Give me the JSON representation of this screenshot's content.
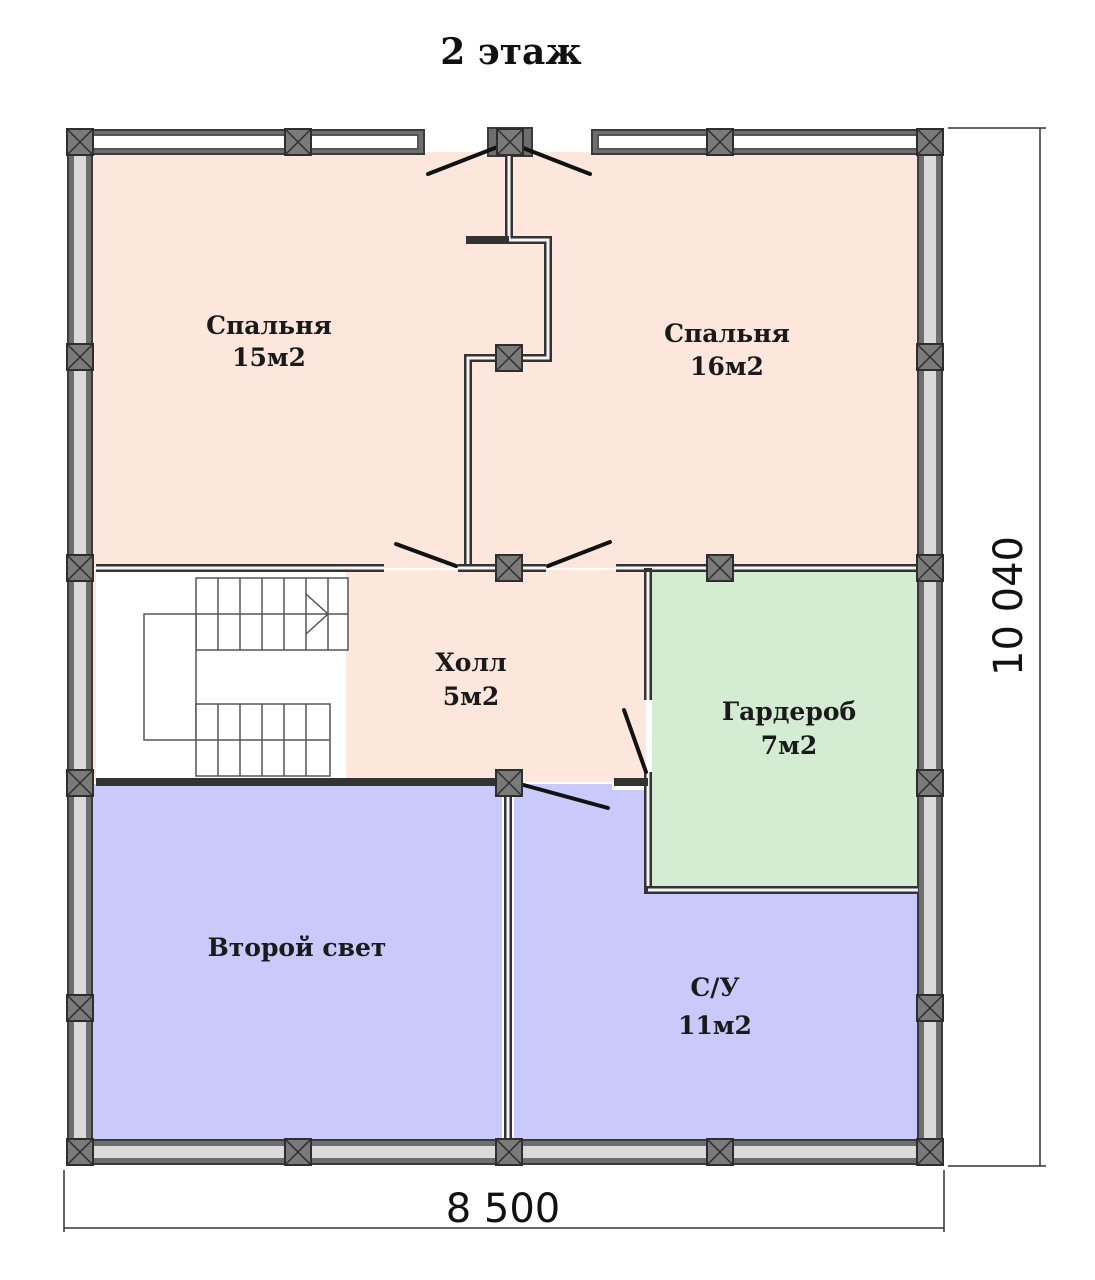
{
  "title": "2 этаж",
  "dimensions": {
    "width": "8 500",
    "height": "10 040"
  },
  "rooms": {
    "bedroom_left": {
      "name": "Спальня",
      "area": "15м2",
      "color": "#fde7dc"
    },
    "bedroom_right": {
      "name": "Спальня",
      "area": "16м2",
      "color": "#fde7dc"
    },
    "hall": {
      "name": "Холл",
      "area": "5м2",
      "color": "#fde7dc"
    },
    "wardrobe": {
      "name": "Гардероб",
      "area": "7м2",
      "color": "#d4ecd2"
    },
    "second_light": {
      "name": "Второй свет",
      "color": "#c9c9fb"
    },
    "bathroom": {
      "name": "С/У",
      "area": "11м2",
      "color": "#c9c9fb"
    }
  }
}
